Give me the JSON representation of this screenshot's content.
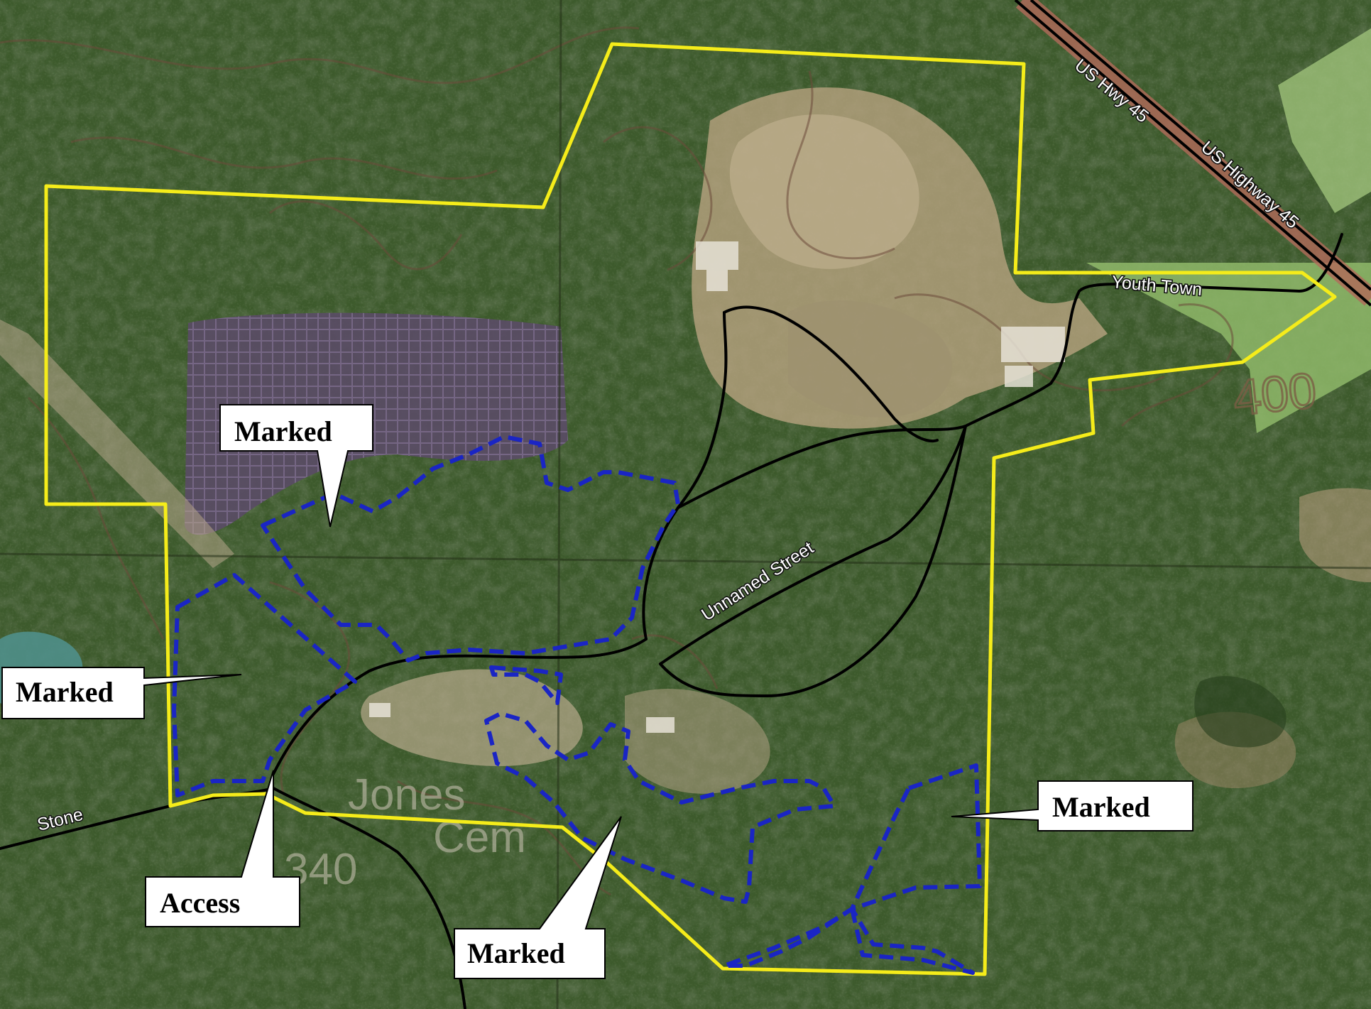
{
  "map": {
    "colors": {
      "property_boundary": "#f5ec1a",
      "marked_area": "#1a25c4",
      "road": "#000000",
      "forest": "#3d5a2c",
      "clearing": "#b9a482",
      "pasture": "#8ab064",
      "pond": "#5a4b66",
      "contour": "#6b4a3a",
      "callout_fill": "#ffffff",
      "callout_border": "#000000"
    },
    "road_labels": {
      "us_hwy_45": "US Hwy 45",
      "us_highway_45": "US Highway 45",
      "youth_town": "Youth Town",
      "unnamed_street": "Unnamed Street",
      "stone": "Stone"
    },
    "contour_label": "400",
    "place_labels": {
      "cemetery_name": "Jones",
      "cemetery_suffix": "Cem",
      "elevation": "340"
    },
    "callouts": [
      {
        "id": "marked-north",
        "label": "Marked"
      },
      {
        "id": "marked-west",
        "label": "Marked"
      },
      {
        "id": "access",
        "label": "Access"
      },
      {
        "id": "marked-south",
        "label": "Marked"
      },
      {
        "id": "marked-east",
        "label": "Marked"
      }
    ]
  }
}
